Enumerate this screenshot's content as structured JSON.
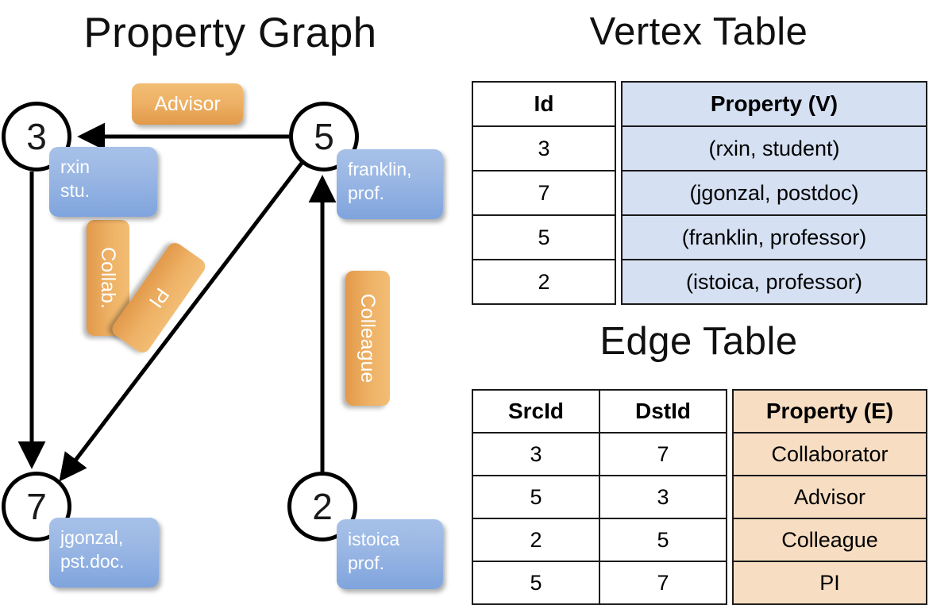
{
  "titles": {
    "property_graph": "Property Graph",
    "vertex_table": "Vertex Table",
    "edge_table": "Edge Table"
  },
  "graph": {
    "nodes": [
      {
        "id": "3",
        "property": "rxin\nstu."
      },
      {
        "id": "5",
        "property": "franklin,\nprof."
      },
      {
        "id": "7",
        "property": "jgonzal,\npst.doc."
      },
      {
        "id": "2",
        "property": "istoica\nprof."
      }
    ],
    "node_labels": {
      "n3": "3",
      "n5": "5",
      "n7": "7",
      "n2": "2"
    },
    "vertex_boxes": {
      "rxin_line1": "rxin",
      "rxin_line2": "stu.",
      "franklin_line1": "franklin,",
      "franklin_line2": "prof.",
      "jgonzal_line1": "jgonzal,",
      "jgonzal_line2": "pst.doc.",
      "istoica_line1": "istoica",
      "istoica_line2": "prof."
    },
    "edge_labels": {
      "advisor": "Advisor",
      "collab": "Collab.",
      "pi": "PI",
      "colleague": "Colleague"
    },
    "edges": [
      {
        "from": "5",
        "to": "3",
        "label": "Advisor"
      },
      {
        "from": "3",
        "to": "7",
        "label": "Collab."
      },
      {
        "from": "5",
        "to": "7",
        "label": "PI"
      },
      {
        "from": "2",
        "to": "5",
        "label": "Colleague"
      }
    ]
  },
  "vertex_table": {
    "headers": [
      "Id",
      "Property (V)"
    ],
    "rows": [
      {
        "id": "3",
        "property": "(rxin, student)"
      },
      {
        "id": "7",
        "property": "(jgonzal, postdoc)"
      },
      {
        "id": "5",
        "property": "(franklin, professor)"
      },
      {
        "id": "2",
        "property": "(istoica, professor)"
      }
    ]
  },
  "edge_table": {
    "headers": [
      "SrcId",
      "DstId",
      "Property (E)"
    ],
    "rows": [
      {
        "src": "3",
        "dst": "7",
        "property": "Collaborator"
      },
      {
        "src": "5",
        "dst": "3",
        "property": "Advisor"
      },
      {
        "src": "2",
        "dst": "5",
        "property": "Colleague"
      },
      {
        "src": "5",
        "dst": "7",
        "property": "PI"
      }
    ]
  },
  "colors": {
    "vertex_property_fill": "#d5e0f2",
    "edge_property_fill": "#f7ddc2",
    "vertex_box": "#9ab7e4",
    "edge_box": "#eeb266",
    "stroke": "#1a1a1a"
  }
}
